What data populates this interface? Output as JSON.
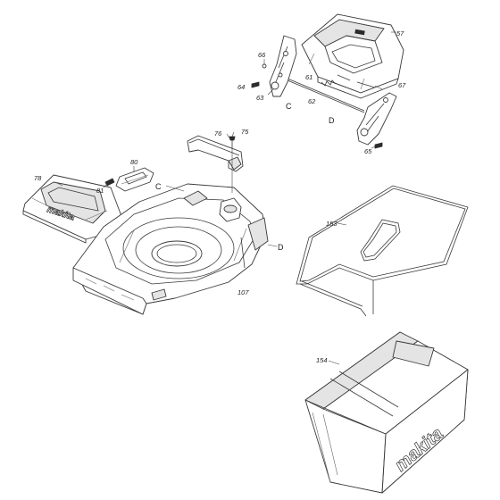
{
  "callouts": {
    "p57": "57",
    "p66": "66",
    "p61": "61",
    "p64": "64",
    "p63": "63",
    "p62": "62",
    "p67": "67",
    "p65": "65",
    "p75": "75",
    "p76": "76",
    "p80": "80",
    "p78": "78",
    "p81": "81",
    "p107": "107",
    "p153": "153",
    "p154": "154"
  },
  "ref_letters": {
    "c_left": "C",
    "c_right": "C",
    "d_left": "D",
    "d_right": "D"
  },
  "branding": {
    "logo_text": "makita"
  }
}
